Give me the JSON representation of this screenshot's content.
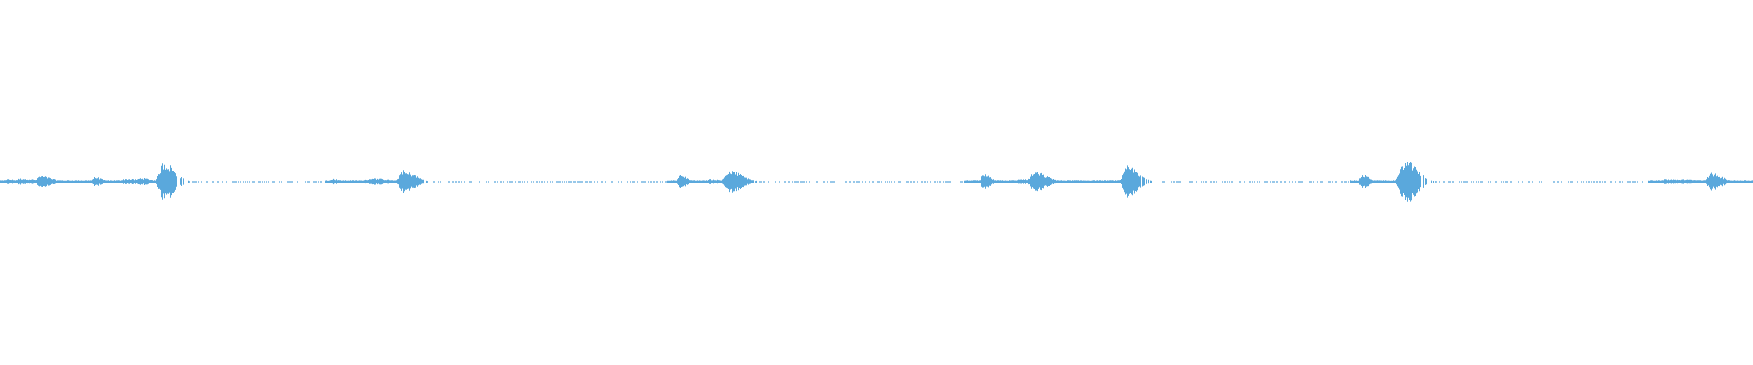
{
  "waveform": {
    "color": "#5aa8dc",
    "background": "#ffffff",
    "bursts": [
      {
        "pos": 0.004,
        "amp": 0.12,
        "spread": 0.006
      },
      {
        "pos": 0.012,
        "amp": 0.16,
        "spread": 0.008
      },
      {
        "pos": 0.023,
        "amp": 0.28,
        "spread": 0.006
      },
      {
        "pos": 0.054,
        "amp": 0.22,
        "spread": 0.004
      },
      {
        "pos": 0.072,
        "amp": 0.14,
        "spread": 0.008
      },
      {
        "pos": 0.08,
        "amp": 0.18,
        "spread": 0.006
      },
      {
        "pos": 0.093,
        "amp": 0.95,
        "spread": 0.006
      },
      {
        "pos": 0.19,
        "amp": 0.14,
        "spread": 0.003
      },
      {
        "pos": 0.212,
        "amp": 0.16,
        "spread": 0.01
      },
      {
        "pos": 0.229,
        "amp": 0.55,
        "spread": 0.004
      },
      {
        "pos": 0.233,
        "amp": 0.42,
        "spread": 0.005
      },
      {
        "pos": 0.388,
        "amp": 0.3,
        "spread": 0.004
      },
      {
        "pos": 0.405,
        "amp": 0.12,
        "spread": 0.006
      },
      {
        "pos": 0.416,
        "amp": 0.52,
        "spread": 0.007
      },
      {
        "pos": 0.561,
        "amp": 0.35,
        "spread": 0.004
      },
      {
        "pos": 0.582,
        "amp": 0.14,
        "spread": 0.005
      },
      {
        "pos": 0.59,
        "amp": 0.45,
        "spread": 0.007
      },
      {
        "pos": 0.643,
        "amp": 0.75,
        "spread": 0.006
      },
      {
        "pos": 0.777,
        "amp": 0.32,
        "spread": 0.004
      },
      {
        "pos": 0.801,
        "amp": 1.0,
        "spread": 0.007
      },
      {
        "pos": 0.952,
        "amp": 0.12,
        "spread": 0.02
      },
      {
        "pos": 0.976,
        "amp": 0.4,
        "spread": 0.006
      }
    ],
    "gaps": [
      {
        "from": 0.1,
        "to": 0.185
      },
      {
        "from": 0.24,
        "to": 0.38
      },
      {
        "from": 0.43,
        "to": 0.55
      },
      {
        "from": 0.65,
        "to": 0.77
      },
      {
        "from": 0.81,
        "to": 0.94
      }
    ]
  }
}
